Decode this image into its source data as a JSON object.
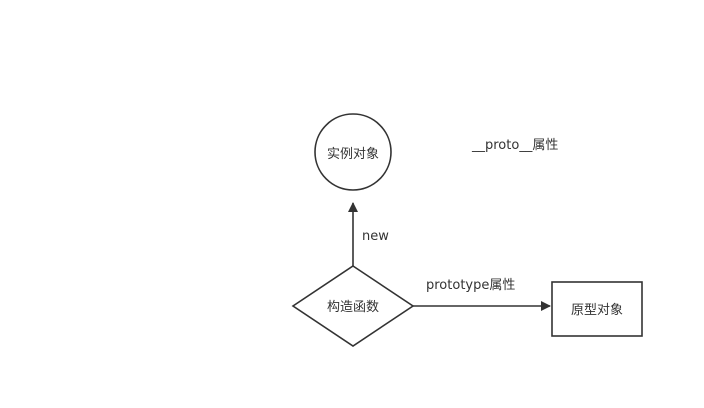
{
  "nodes": {
    "instance": {
      "label": "实例对象",
      "shape": "circle"
    },
    "constructor": {
      "label": "构造函数",
      "shape": "diamond"
    },
    "prototype": {
      "label": "原型对象",
      "shape": "rectangle"
    }
  },
  "edges": {
    "new": {
      "label": "new",
      "from": "constructor",
      "to": "instance"
    },
    "prototype_attr": {
      "label": "prototype属性",
      "from": "constructor",
      "to": "prototype"
    }
  },
  "annotations": {
    "proto_attr": "__proto__属性"
  },
  "colors": {
    "stroke": "#333333",
    "fill": "#ffffff",
    "text": "#333333"
  }
}
